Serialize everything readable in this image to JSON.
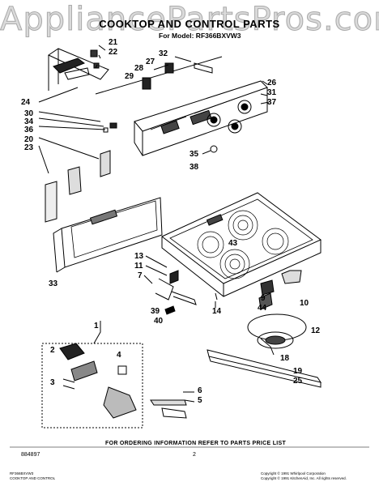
{
  "watermark": "AppliancePartsPros.com",
  "header": {
    "title": "COOKTOP AND CONTROL PARTS",
    "model": "For Model: RF366BXVW3"
  },
  "callouts": {
    "c21": "21",
    "c22": "22",
    "c32": "32",
    "c27": "27",
    "c28": "28",
    "c29": "29",
    "c26": "26",
    "c31": "31",
    "c37": "37",
    "c24": "24",
    "c30": "30",
    "c34": "34",
    "c36": "36",
    "c20": "20",
    "c23": "23",
    "c35": "35",
    "c38": "38",
    "c43": "43",
    "c13": "13",
    "c11": "11",
    "c7": "7",
    "c33": "33",
    "c9": "9",
    "c44": "44",
    "c10": "10",
    "c39": "39",
    "c14": "14",
    "c40": "40",
    "c12": "12",
    "c1": "1",
    "c4": "4",
    "c2": "2",
    "c3": "3",
    "c18": "18",
    "c19": "19",
    "c25": "25",
    "c6": "6",
    "c5": "5"
  },
  "footer": {
    "note": "FOR ORDERING INFORMATION REFER TO PARTS PRICE LIST",
    "doc_number": "884897",
    "page_number": "2",
    "left_small_1": "RF366BXVW3",
    "left_small_2": "COOKTOP AND CONTROL",
    "right_small_1": "Copyright © 1991 Whirlpool Corporation",
    "right_small_2": "Copyright © 1991 KitchenAid, Inc. All rights reserved."
  }
}
